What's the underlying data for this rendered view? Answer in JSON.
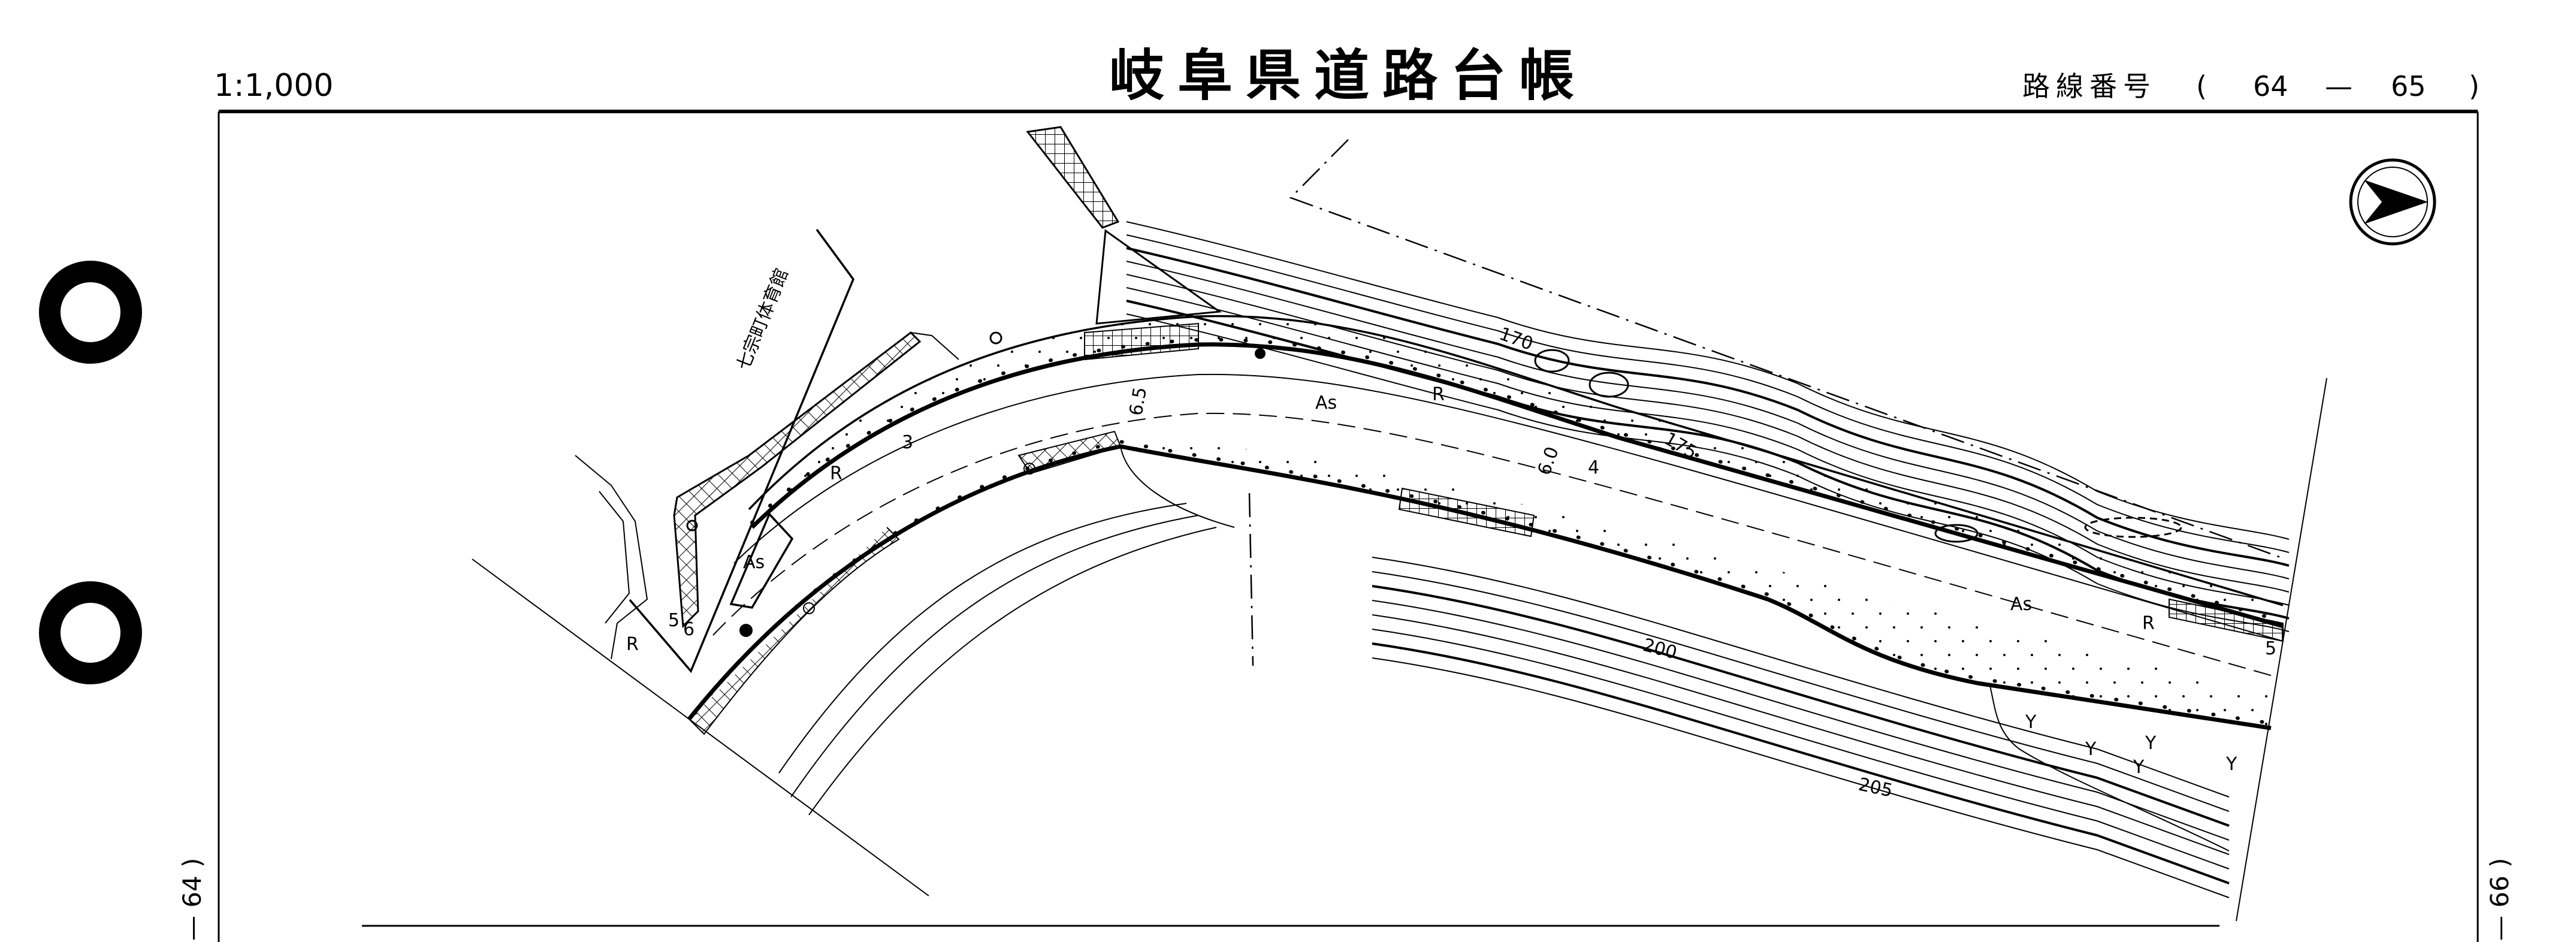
{
  "header": {
    "scale": "1:1,000",
    "title": "岐阜県道路台帳",
    "route_label": "路線番号",
    "route_open": "(",
    "route_from": "64",
    "route_dash": "—",
    "route_to": "65",
    "route_close": ")"
  },
  "margins": {
    "left_adjacent": "— 64 )",
    "right_adjacent": "— 66 )"
  },
  "map": {
    "north_arrow_icon": "north-arrow-icon",
    "building_label": "七宗町体育館",
    "surface_labels": [
      "As",
      "As",
      "As"
    ],
    "contour_labels": [
      "170",
      "175",
      "200",
      "205"
    ],
    "width_labels": [
      "6.5",
      "6.0"
    ],
    "station_labels": [
      "3",
      "4",
      "5"
    ],
    "retaining_wall_mark": "R",
    "corner_labels": [
      "5",
      "6"
    ],
    "vegetation_symbol": "Y"
  },
  "colors": {
    "ink": "#000000",
    "paper": "#ffffff"
  }
}
